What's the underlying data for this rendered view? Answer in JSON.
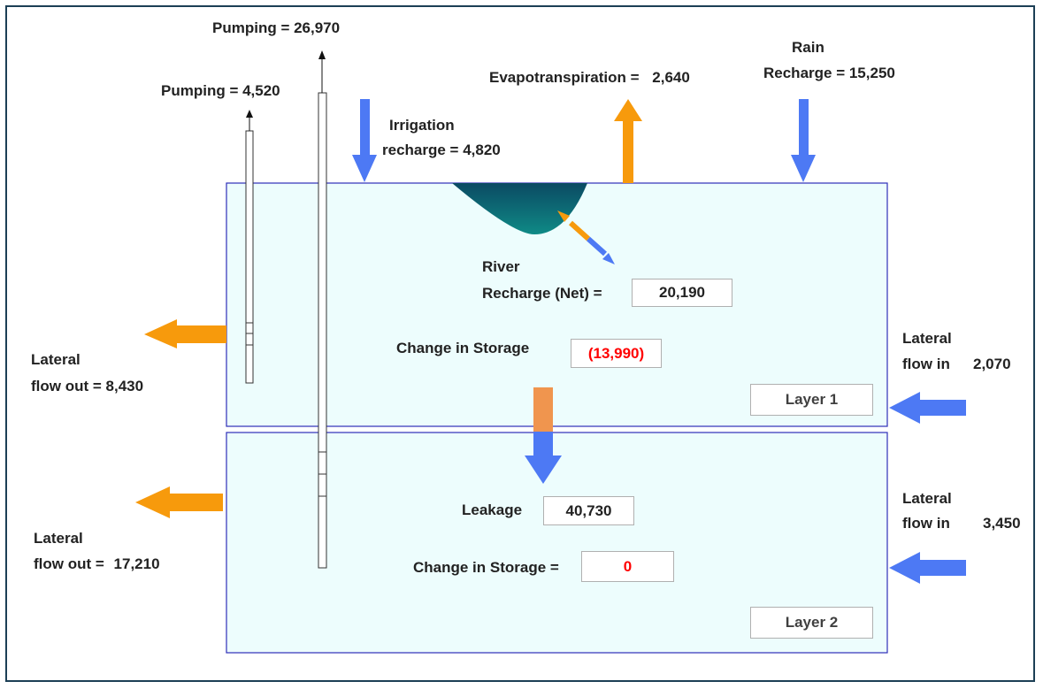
{
  "colors": {
    "frame": "#1c3f55",
    "layer_fill": "#edfdfd",
    "layer_border": "#2e2eb8",
    "inflow_arrow": "#4d79f4",
    "outflow_arrow": "#f79a0c",
    "leakage_top": "#f0954e",
    "river": "#0b5a66",
    "negative_value": "#ff0000"
  },
  "wells": {
    "well_1": {
      "label": "Pumping = ",
      "value": "4,520"
    },
    "well_2": {
      "label": "Pumping = ",
      "value": "26,970"
    }
  },
  "irrigation": {
    "line1": "Irrigation",
    "line2": "recharge = 4,820"
  },
  "evapotranspiration": {
    "label": "Evapotranspiration = ",
    "value": "2,640"
  },
  "rain": {
    "line1": "Rain",
    "line2": "Recharge = 15,250"
  },
  "river": {
    "line1": "River",
    "line2": "Recharge (Net) =",
    "value": "20,190"
  },
  "layer1": {
    "name": "Layer 1",
    "storage_label": "Change in Storage",
    "storage_value": "(13,990)",
    "flow_out": {
      "line1": "Lateral",
      "line2": "flow out = ",
      "value": "8,430"
    },
    "flow_in": {
      "line1": "Lateral",
      "line2": "flow in",
      "value": "2,070"
    }
  },
  "layer2": {
    "name": "Layer 2",
    "leakage_label": "Leakage",
    "leakage_value": "40,730",
    "storage_label": "Change in Storage =",
    "storage_value": "0",
    "flow_out": {
      "line1": "Lateral",
      "line2": "flow out = ",
      "value": "17,210"
    },
    "flow_in": {
      "line1": "Lateral",
      "line2": "flow in",
      "value": "3,450"
    }
  }
}
